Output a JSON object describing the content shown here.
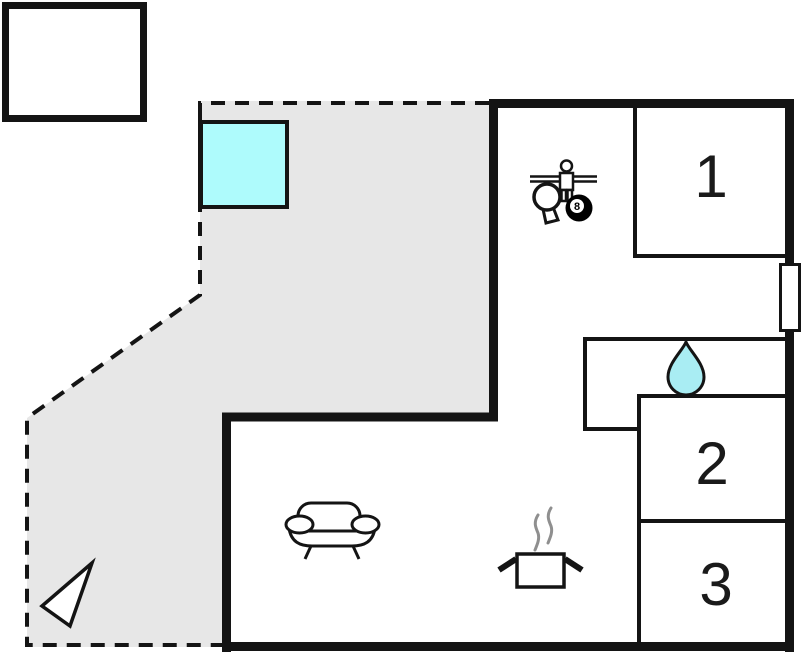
{
  "plan": {
    "title": "holiday-home-floor-plan",
    "rooms": [
      {
        "label": "1"
      },
      {
        "label": "2"
      },
      {
        "label": "3"
      }
    ],
    "game_room": {
      "eight_ball_label": "8"
    },
    "icons": {
      "pool": "pool-square-icon",
      "game": "table-tennis-foosball-billiards-icon",
      "bathroom": "water-drop-icon",
      "living": "sofa-icon",
      "kitchen": "cooking-pot-icon",
      "compass": "north-arrow-icon",
      "window": "window-marker",
      "outbuilding": "carport-box"
    },
    "colors": {
      "wall": "#141414",
      "terrace": "#e7e7e7",
      "pool": "#aefbfc",
      "drop": "#a9edf3",
      "steam": "#8f8f8f",
      "background": "#ffffff"
    }
  }
}
